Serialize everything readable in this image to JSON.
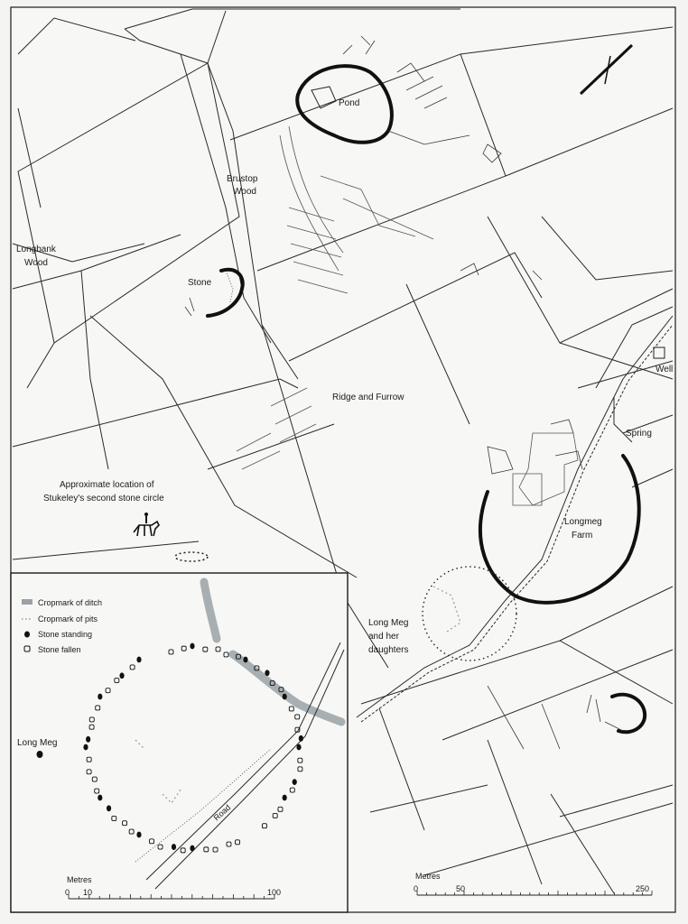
{
  "labels": {
    "pond": "Pond",
    "brustop_wood_1": "Brustop",
    "brustop_wood_2": "Wood",
    "longbank_1": "Longbank",
    "longbank_2": "Wood",
    "stone": "Stone",
    "ridge_furrow": "Ridge and Furrow",
    "well": "Well",
    "spring": "Spring",
    "stukeley_1": "Approximate location of",
    "stukeley_2": "Stukeley's second stone circle",
    "longmeg_farm_1": "Longmeg",
    "longmeg_farm_2": "Farm",
    "long_meg_daughters_1": "Long Meg",
    "long_meg_daughters_2": "and her",
    "long_meg_daughters_3": "daughters"
  },
  "inset": {
    "legend": [
      {
        "label": "Cropmark of ditch",
        "symbol": "ditch-swatch"
      },
      {
        "label": "Cropmark of pits",
        "symbol": "pits-swatch"
      },
      {
        "label": "Stone standing",
        "symbol": "filled-stone"
      },
      {
        "label": "Stone fallen",
        "symbol": "open-stone"
      }
    ],
    "long_meg": "Long Meg",
    "road": "Road",
    "scale": {
      "title": "Metres",
      "ticks": [
        "0",
        "10",
        "100"
      ]
    }
  },
  "main_scale": {
    "title": "Metres",
    "ticks": [
      "0",
      "50",
      "250"
    ]
  },
  "colors": {
    "ink": "#1a1a1a",
    "paper": "#f4f4f2",
    "cropmark": "#9aa2a6"
  }
}
